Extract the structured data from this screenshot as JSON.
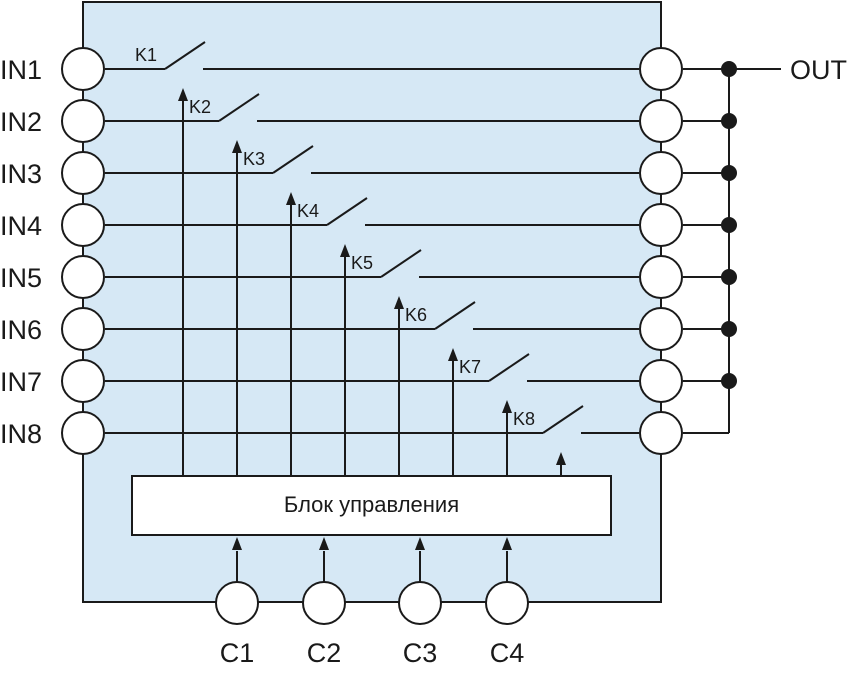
{
  "diagram": {
    "colors": {
      "body_fill": "#d6e8f5",
      "stroke": "#1a1a1a",
      "pin_fill": "#ffffff",
      "block_fill": "#ffffff"
    },
    "inputs": [
      "IN1",
      "IN2",
      "IN3",
      "IN4",
      "IN5",
      "IN6",
      "IN7",
      "IN8"
    ],
    "switches": [
      "K1",
      "K2",
      "K3",
      "K4",
      "K5",
      "K6",
      "K7",
      "K8"
    ],
    "output": "OUT",
    "control_block": "Блок управления",
    "control_inputs": [
      "C1",
      "C2",
      "C3",
      "C4"
    ]
  }
}
